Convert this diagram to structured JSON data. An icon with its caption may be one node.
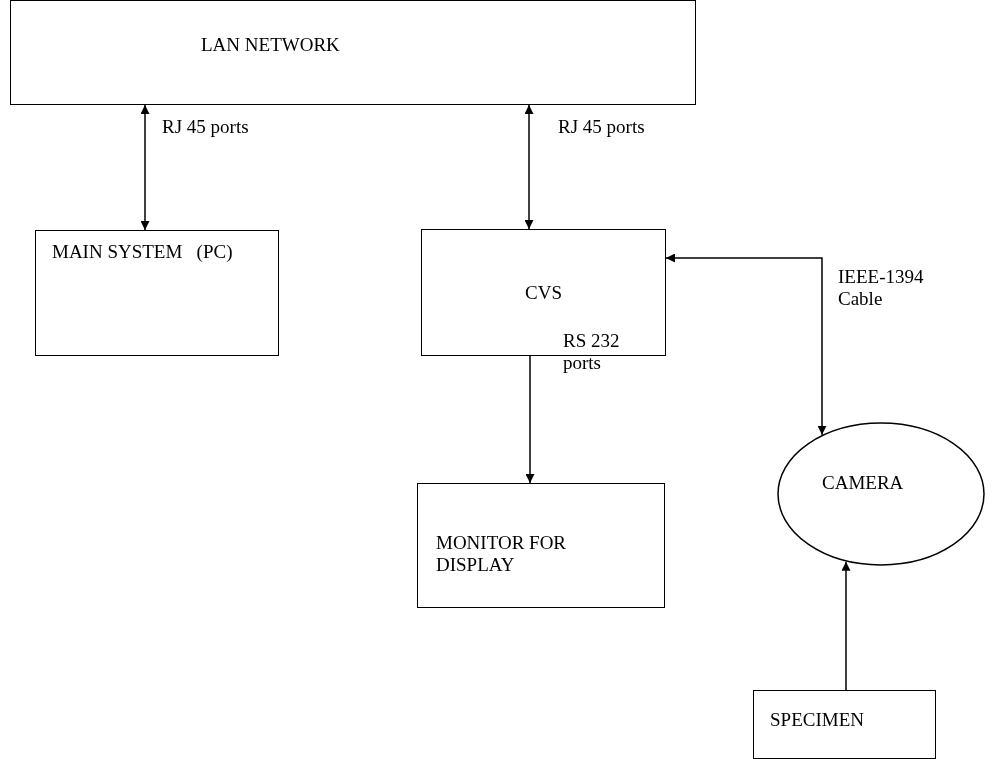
{
  "diagram": {
    "nodes": [
      {
        "text": [
          "LAN NETWORK"
        ]
      },
      {
        "text": [
          "MAIN SYSTEM   (PC)"
        ]
      },
      {
        "text": [
          "CVS"
        ]
      },
      {
        "text": [
          "MONITOR FOR DISPLAY"
        ]
      },
      {
        "text": [
          "CAMERA"
        ]
      },
      {
        "text": [
          "SPECIMEN"
        ]
      }
    ],
    "edges": [
      {
        "from": 0,
        "to": 1,
        "arrow": "both",
        "label": "RJ 45 ports"
      },
      {
        "from": 0,
        "to": 2,
        "arrow": "both",
        "label": "RJ 45 ports"
      },
      {
        "from": 2,
        "to": 4,
        "arrow": "both",
        "label": "IEEE-1394 Cable"
      },
      {
        "from": 2,
        "to": 3,
        "arrow": "to",
        "label": "RS 232 ports"
      },
      {
        "from": 5,
        "to": 4,
        "arrow": "to"
      }
    ]
  }
}
